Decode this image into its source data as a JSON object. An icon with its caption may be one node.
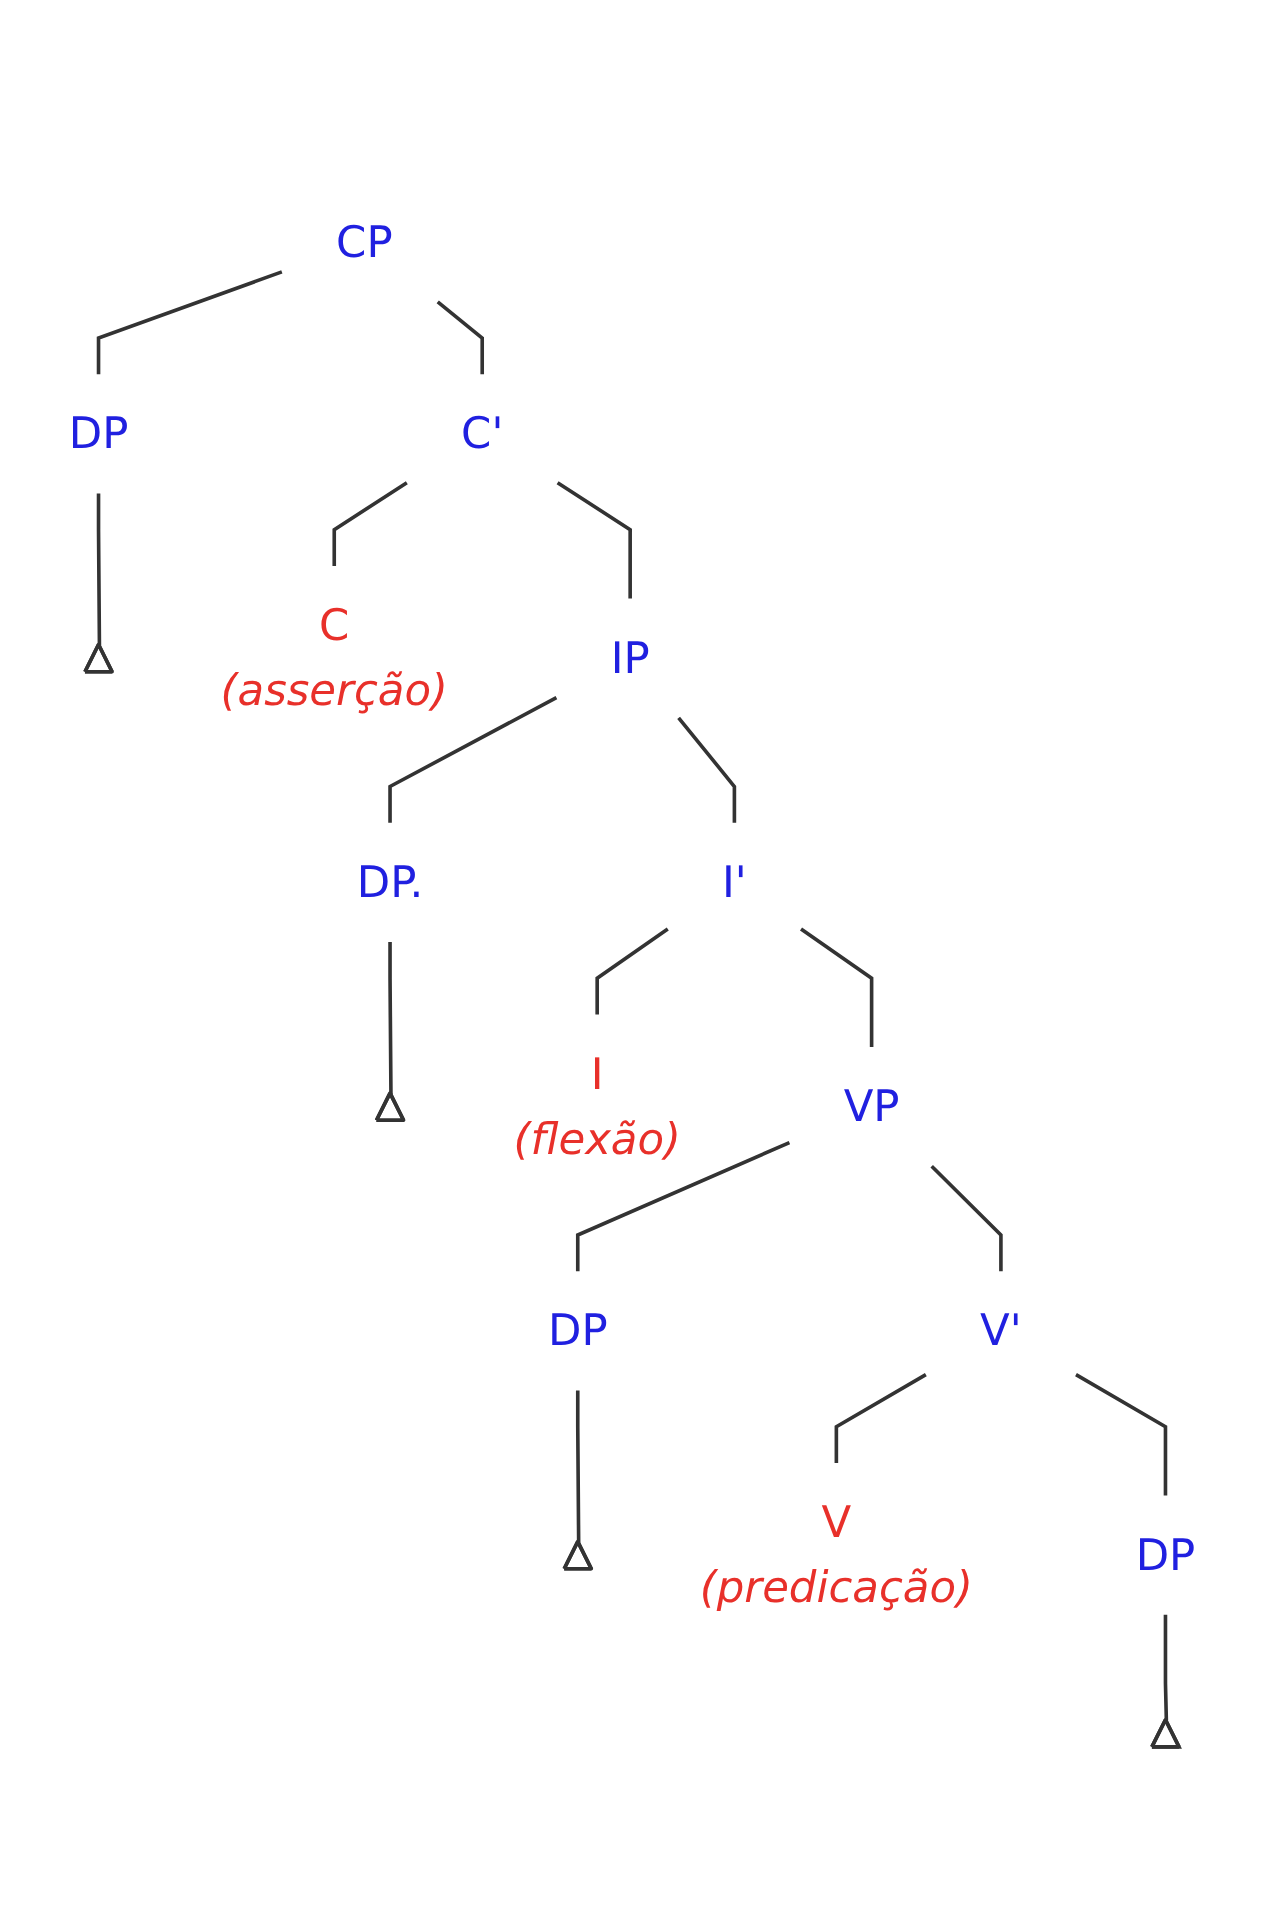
{
  "diagram": {
    "nodes": [
      {
        "text": [
          "CP"
        ]
      },
      {
        "text": [
          "DP"
        ]
      },
      {
        "text": [
          "C'"
        ]
      },
      {
        "text": [],
        "shape": "triangle"
      },
      {
        "text": [
          "C"
        ],
        "beside": [
          "(asserção)"
        ]
      },
      {
        "text": [
          "IP"
        ]
      },
      {
        "text": [
          "DP."
        ]
      },
      {
        "text": [
          "I'"
        ]
      },
      {
        "text": [],
        "shape": "triangle"
      },
      {
        "text": [
          "I"
        ],
        "beside": [
          "(flexão)"
        ]
      },
      {
        "text": [
          "VP"
        ]
      },
      {
        "text": [
          "DP"
        ]
      },
      {
        "text": [
          "V'"
        ]
      },
      {
        "text": [],
        "shape": "triangle"
      },
      {
        "text": [
          "V"
        ],
        "beside": [
          "(predicação)"
        ]
      },
      {
        "text": [
          "DP"
        ]
      },
      {
        "text": [],
        "shape": "triangle"
      }
    ],
    "edges": [
      {
        "from": 0,
        "to": 1,
        "arrow": "none"
      },
      {
        "from": 0,
        "to": 2,
        "arrow": "none"
      },
      {
        "from": 1,
        "to": 3,
        "arrow": "none"
      },
      {
        "from": 2,
        "to": 4,
        "arrow": "none"
      },
      {
        "from": 2,
        "to": 5,
        "arrow": "none"
      },
      {
        "from": 5,
        "to": 6,
        "arrow": "none"
      },
      {
        "from": 5,
        "to": 7,
        "arrow": "none"
      },
      {
        "from": 6,
        "to": 8,
        "arrow": "none"
      },
      {
        "from": 7,
        "to": 9,
        "arrow": "none"
      },
      {
        "from": 7,
        "to": 10,
        "arrow": "none"
      },
      {
        "from": 10,
        "to": 11,
        "arrow": "none"
      },
      {
        "from": 10,
        "to": 12,
        "arrow": "none"
      },
      {
        "from": 11,
        "to": 13,
        "arrow": "none"
      },
      {
        "from": 12,
        "to": 14,
        "arrow": "none"
      },
      {
        "from": 12,
        "to": 15,
        "arrow": "none"
      },
      {
        "from": 15,
        "to": 16,
        "arrow": "none"
      }
    ]
  }
}
